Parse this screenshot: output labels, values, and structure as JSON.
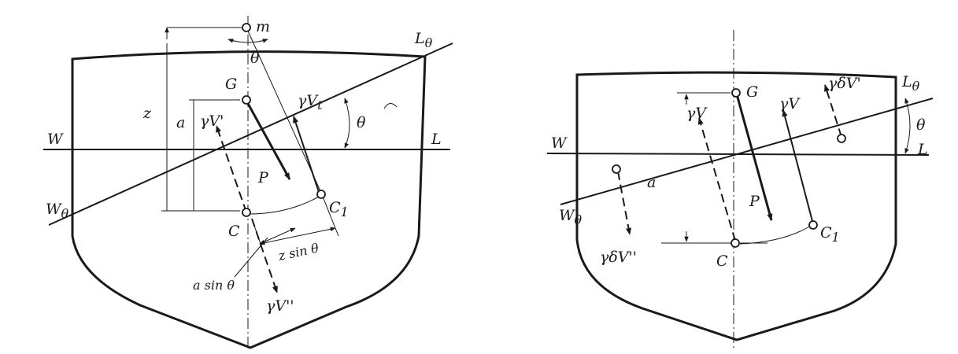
{
  "left": {
    "m": "m",
    "theta_top": "θ",
    "G": "G",
    "gVt": "γV",
    "gVt_sub": "t",
    "L_theta": "L",
    "L_theta_sub": "θ",
    "theta_right": "θ",
    "W": "W",
    "L": "L",
    "z": "z",
    "a": "a",
    "gVp": "γV'",
    "P": "P",
    "W_theta": "W",
    "W_theta_sub": "θ",
    "C": "C",
    "C1": "C",
    "C1_sub": "1",
    "z_sin": "z sin θ",
    "a_sin": "a sin θ",
    "gVpp": "γV''"
  },
  "right": {
    "G": "G",
    "gV1": "γV",
    "gV2": "γV",
    "gdVp": "γδV'",
    "L_theta": "L",
    "L_theta_sub": "θ",
    "theta": "θ",
    "W": "W",
    "L": "L",
    "a": "a",
    "W_theta": "W",
    "W_theta_sub": "θ",
    "P": "P",
    "C": "C",
    "C1": "C",
    "C1_sub": "1",
    "gdVpp": "γδV''"
  }
}
